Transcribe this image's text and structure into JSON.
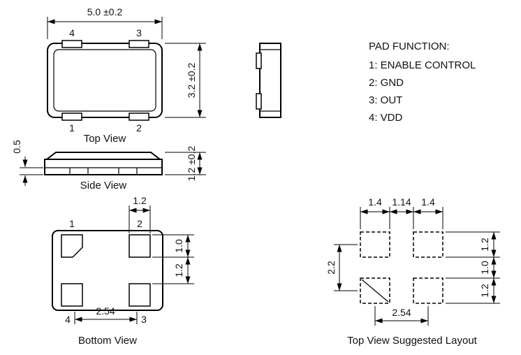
{
  "views": {
    "top": {
      "caption": "Top View",
      "dims": {
        "width": "5.0 ±0.2",
        "height": "3.2 ±0.2"
      },
      "pins": {
        "top_left": "4",
        "top_right": "3",
        "bottom_left": "1",
        "bottom_right": "2"
      }
    },
    "side": {
      "caption": "Side View",
      "dims": {
        "pad_thickness": "0.5",
        "height": "1.2 ±0.2"
      }
    },
    "bottom": {
      "caption": "Bottom View",
      "dims": {
        "pad_width": "1.2",
        "pad_height": "1.0",
        "row_gap": "1.2",
        "pitch": "2.54"
      },
      "pins": {
        "top_left": "1",
        "top_right": "2",
        "bottom_left": "4",
        "bottom_right": "3"
      }
    },
    "layout": {
      "caption": "Top View Suggested Layout",
      "dims": {
        "pad_width_left": "1.4",
        "pad_gap": "1.14",
        "pad_width_right": "1.4",
        "vertical_pitch": "2.2",
        "pad_height_top": "1.2",
        "row_gap": "1.0",
        "pad_height_bottom": "1.2",
        "pitch": "2.54"
      }
    }
  },
  "pad_function": {
    "heading": "PAD FUNCTION:",
    "items": [
      "1: ENABLE CONTROL",
      "2: GND",
      "3: OUT",
      "4: VDD"
    ]
  },
  "colors": {
    "line": "#000000",
    "background": "#ffffff"
  }
}
